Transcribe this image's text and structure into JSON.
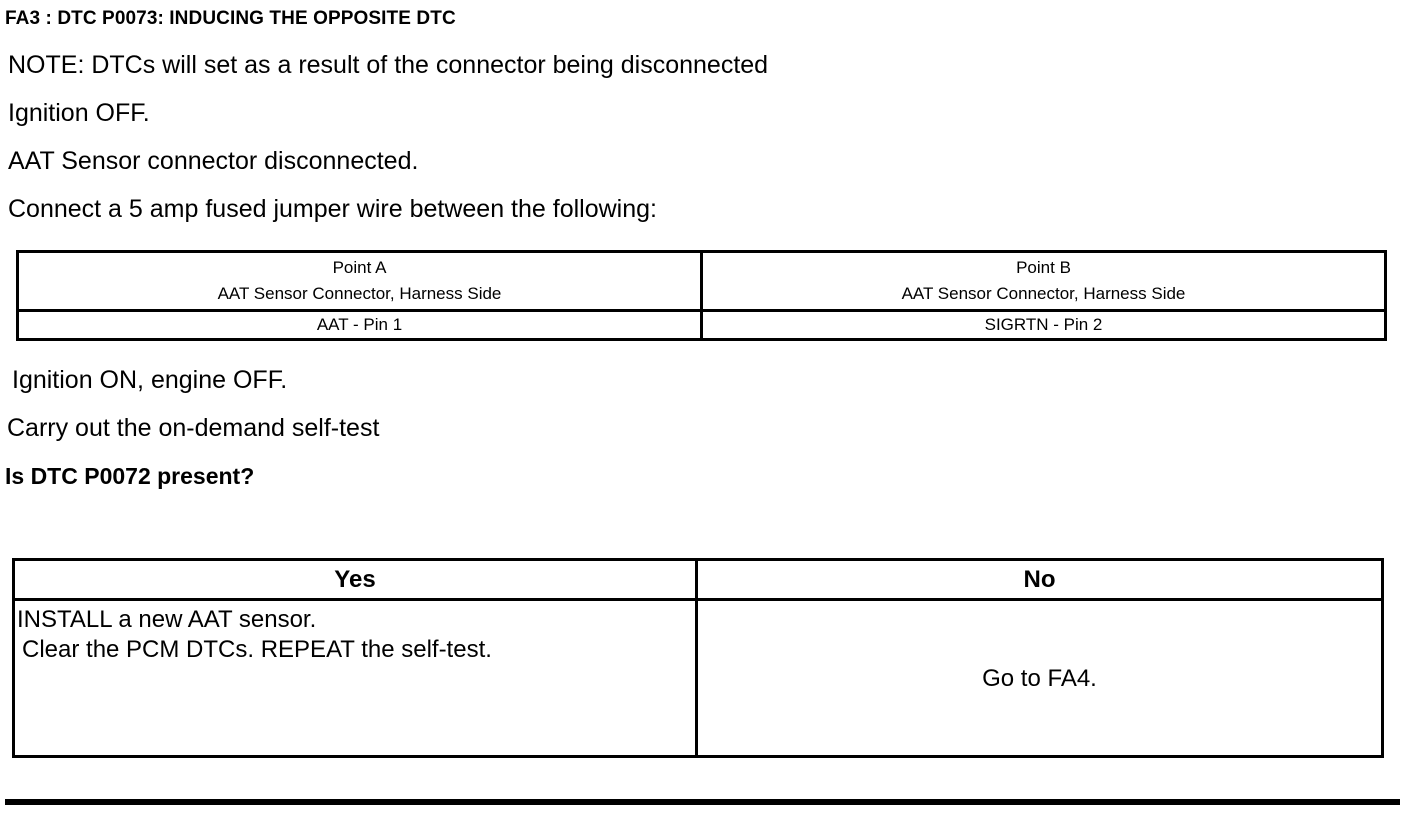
{
  "document": {
    "title": "FA3 : DTC P0073: INDUCING THE OPPOSITE DTC",
    "body_lines": {
      "note": "NOTE:  DTCs will set as a result of the connector being disconnected",
      "ignition_off": "Ignition OFF.",
      "sensor_disconnected": "AAT Sensor connector disconnected.",
      "connect_jumper": "Connect a 5 amp fused jumper wire between the following:",
      "ignition_on": "Ignition ON, engine OFF.",
      "self_test": "Carry out the on-demand self-test",
      "question": "Is DTC P0072 present?"
    },
    "points_table": {
      "columns": [
        {
          "header_line1": "Point A",
          "header_line2": "AAT Sensor Connector, Harness Side",
          "value": "AAT - Pin 1"
        },
        {
          "header_line1": "Point B",
          "header_line2": "AAT Sensor Connector, Harness Side",
          "value": "SIGRTN - Pin 2"
        }
      ]
    },
    "answer_table": {
      "yes": {
        "header": "Yes",
        "action_line1": "INSTALL a new AAT sensor.",
        "action_line2": "Clear the PCM DTCs. REPEAT the self-test."
      },
      "no": {
        "header": "No",
        "action_line1": "Go to FA4."
      }
    },
    "colors": {
      "ink": "#000000",
      "paper": "#ffffff"
    }
  }
}
